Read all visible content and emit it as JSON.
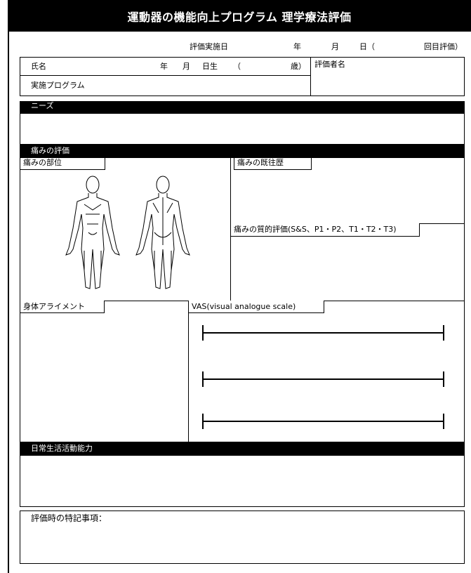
{
  "title": "運動器の機能向上プログラム 理学療法評価",
  "header": {
    "eval_date_label": "評価実施日",
    "year": "年",
    "month": "月",
    "day": "日（",
    "times": "回目評価）"
  },
  "info": {
    "name_label": "氏名",
    "birth_year": "年",
    "birth_month": "月",
    "birth_day": "日生",
    "age_open": "（",
    "age_close": "歳）",
    "evaluator_label": "評価者名",
    "program_label": "実施プログラム"
  },
  "sections": {
    "needs": "ニーズ",
    "pain_eval": "痛みの評価",
    "pain_site": "痛みの部位",
    "pain_history": "痛みの既往歴",
    "pain_quality": "痛みの質的評価(S&S、P1・P2、T1・T2・T3)",
    "alignment": "身体アライメント",
    "vas": "VAS(visual analogue scale)",
    "adl": "日常生活活動能力",
    "notes": "評価時の特記事項："
  }
}
